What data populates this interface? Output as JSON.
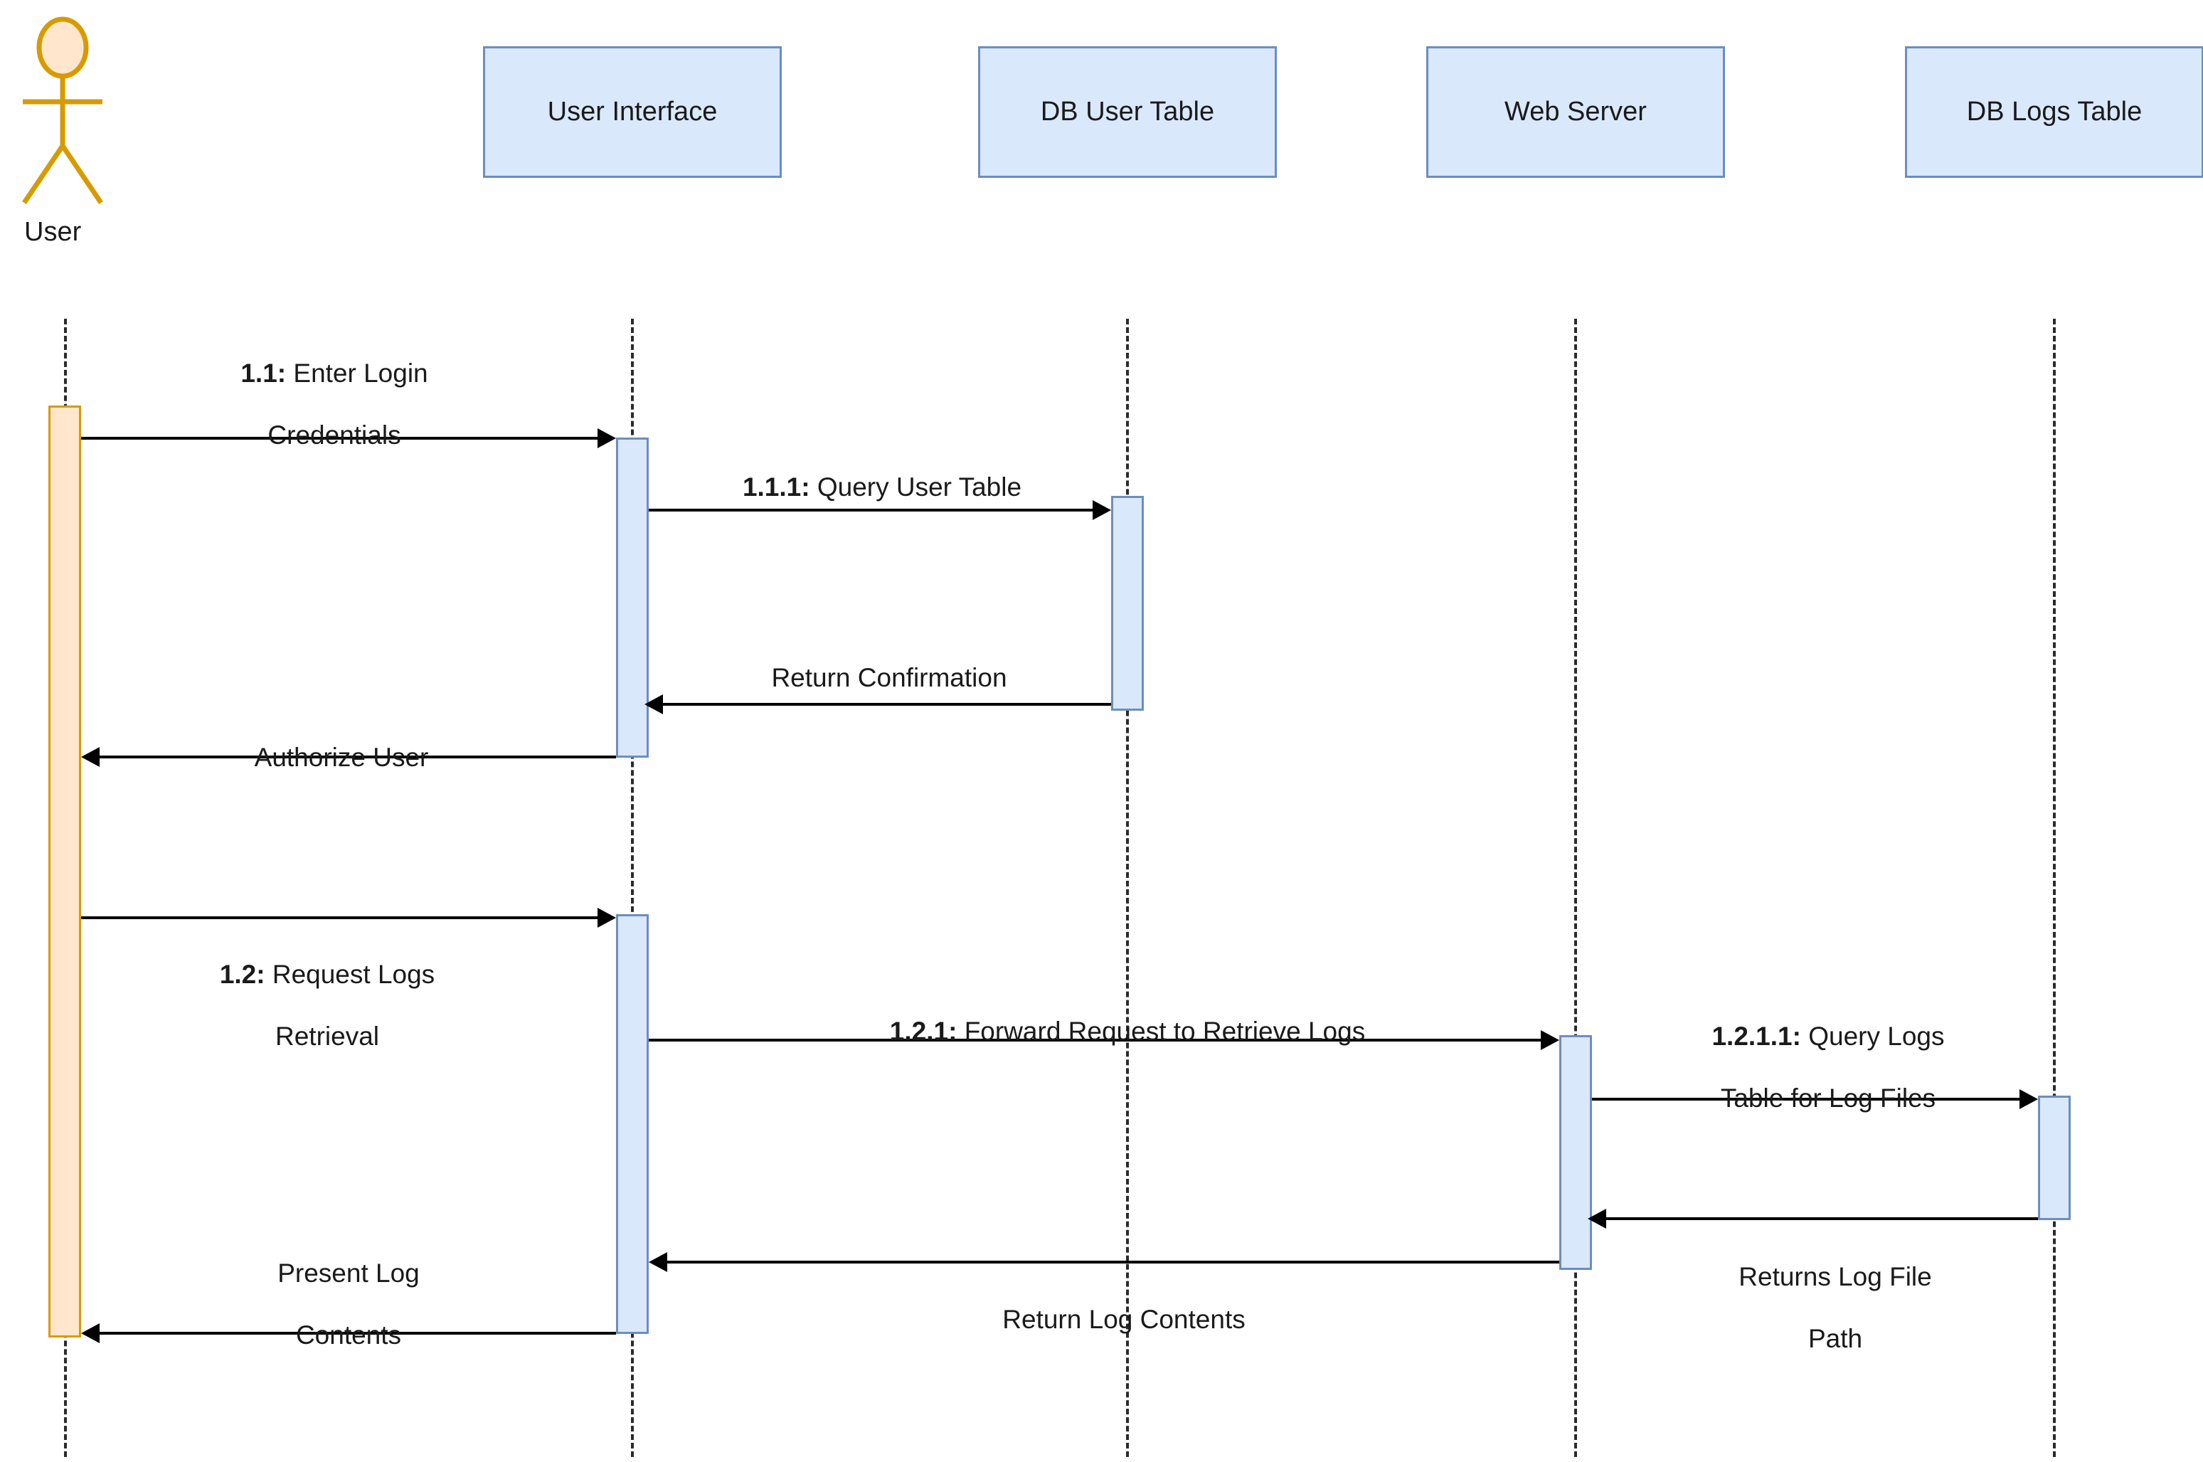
{
  "diagram": {
    "type": "uml-sequence-diagram",
    "colors": {
      "lifeline_fill": "#dae8fc",
      "lifeline_stroke": "#6c8ebf",
      "actor_fill": "#ffe6cc",
      "actor_stroke": "#d79b00",
      "line": "#000000",
      "text": "#1a1a1a",
      "background": "#ffffff"
    },
    "actor": {
      "name": "actor-user",
      "label": "User",
      "icon": "stick-figure-actor-icon"
    },
    "participants": [
      {
        "id": "ui",
        "label": "User Interface"
      },
      {
        "id": "dbuser",
        "label": "DB User Table"
      },
      {
        "id": "web",
        "label": "Web Server"
      },
      {
        "id": "dblogs",
        "label": "DB Logs Table"
      }
    ],
    "messages": [
      {
        "id": "m1",
        "number": "1.1:",
        "text": " Enter Login",
        "text2": "Credentials",
        "full": "1.1: Enter Login Credentials",
        "from": "User",
        "to": "User Interface",
        "direction": "right",
        "kind": "call"
      },
      {
        "id": "m2",
        "number": "1.1.1:",
        "text": " Query User Table",
        "text2": "",
        "full": "1.1.1: Query User Table",
        "from": "User Interface",
        "to": "DB User Table",
        "direction": "right",
        "kind": "call"
      },
      {
        "id": "m3",
        "number": "",
        "text": "Return Confirmation",
        "text2": "",
        "full": "Return Confirmation",
        "from": "DB User Table",
        "to": "User Interface",
        "direction": "left",
        "kind": "return"
      },
      {
        "id": "m4",
        "number": "",
        "text": "Authorize User",
        "text2": "",
        "full": "Authorize User",
        "from": "User Interface",
        "to": "User",
        "direction": "left",
        "kind": "return"
      },
      {
        "id": "m5",
        "number": "1.2:",
        "text": " Request Logs",
        "text2": "Retrieval",
        "full": "1.2: Request Logs Retrieval",
        "from": "User",
        "to": "User Interface",
        "direction": "right",
        "kind": "call"
      },
      {
        "id": "m6",
        "number": "1.2.1:",
        "text": " Forward Request to Retrieve Logs",
        "text2": "",
        "full": "1.2.1: Forward Request to Retrieve Logs",
        "from": "User Interface",
        "to": "Web Server",
        "direction": "right",
        "kind": "call"
      },
      {
        "id": "m7",
        "number": "1.2.1.1:",
        "text": " Query Logs",
        "text2": "Table for Log Files",
        "full": "1.2.1.1: Query Logs Table for Log Files",
        "from": "Web Server",
        "to": "DB Logs Table",
        "direction": "right",
        "kind": "call"
      },
      {
        "id": "m8",
        "number": "",
        "text": "Returns Log File",
        "text2": "Path",
        "full": "Returns Log File Path",
        "from": "DB Logs Table",
        "to": "Web Server",
        "direction": "left",
        "kind": "return"
      },
      {
        "id": "m9",
        "number": "",
        "text": "Return Log Contents",
        "text2": "",
        "full": "Return Log Contents",
        "from": "Web Server",
        "to": "User Interface",
        "direction": "left",
        "kind": "return"
      },
      {
        "id": "m10",
        "number": "",
        "text": "Present Log",
        "text2": "Contents",
        "full": "Present Log Contents",
        "from": "User Interface",
        "to": "User",
        "direction": "left",
        "kind": "return"
      }
    ]
  }
}
